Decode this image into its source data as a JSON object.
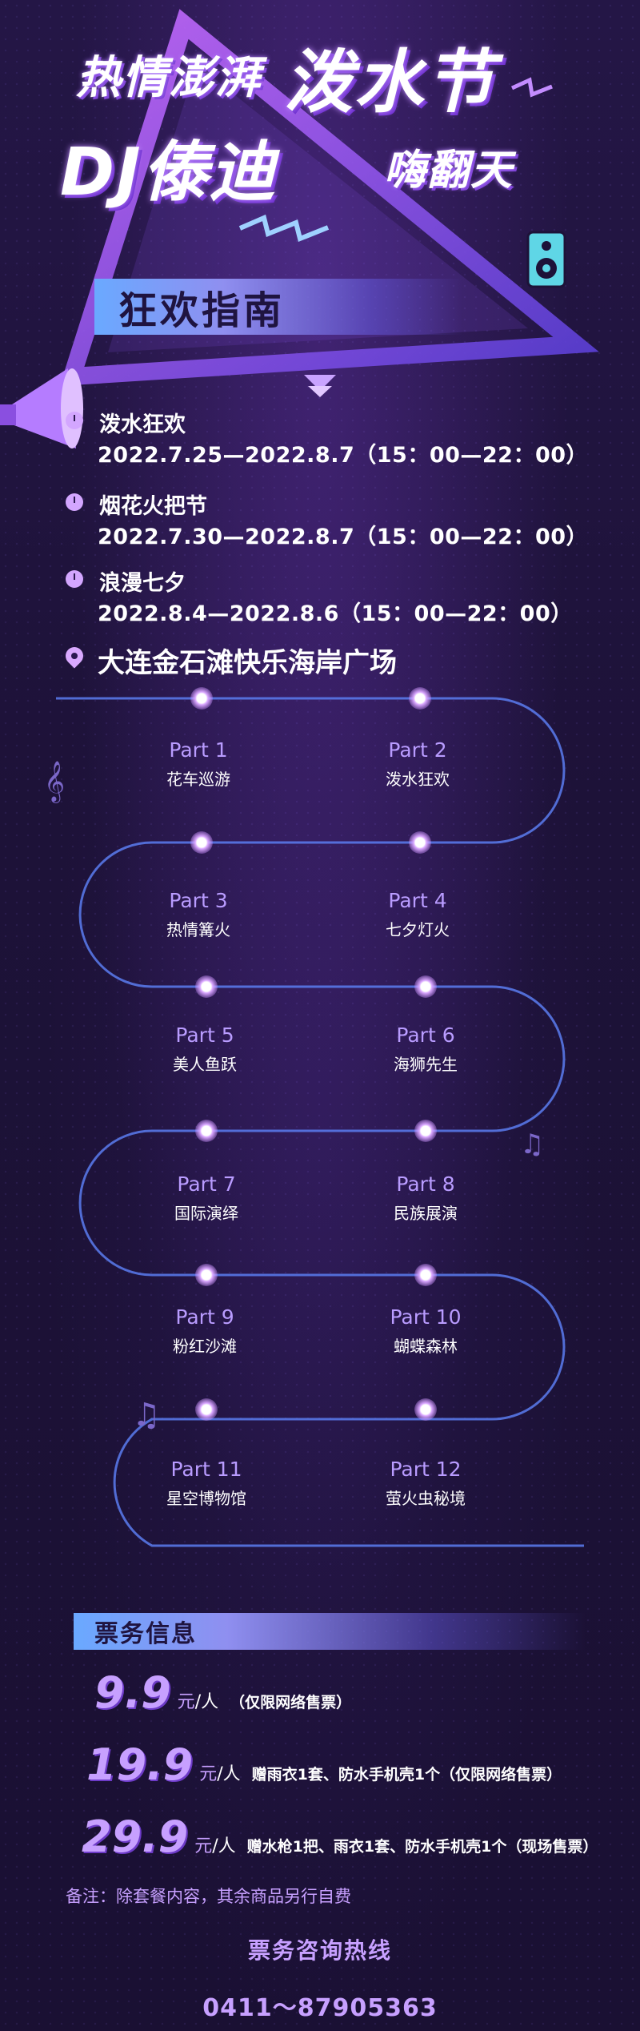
{
  "header": {
    "line1": "热情澎湃",
    "festival": "泼水节",
    "dj": "DJ傣迪",
    "party": "嗨翻天"
  },
  "guide": {
    "title": "狂欢指南"
  },
  "events": [
    {
      "name": "泼水狂欢",
      "date": "2022.7.25—2022.8.7（15：00—22：00）"
    },
    {
      "name": "烟花火把节",
      "date": "2022.7.30—2022.8.7（15：00—22：00）"
    },
    {
      "name": "浪漫七夕",
      "date": "2022.8.4—2022.8.6（15：00—22：00）"
    }
  ],
  "location": "大连金石滩快乐海岸广场",
  "parts": [
    {
      "num": "Part 1",
      "label": "花车巡游"
    },
    {
      "num": "Part 2",
      "label": "泼水狂欢"
    },
    {
      "num": "Part 3",
      "label": "热情篝火"
    },
    {
      "num": "Part 4",
      "label": "七夕灯火"
    },
    {
      "num": "Part 5",
      "label": "美人鱼跃"
    },
    {
      "num": "Part 6",
      "label": "海狮先生"
    },
    {
      "num": "Part 7",
      "label": "国际演绎"
    },
    {
      "num": "Part  8",
      "label": "民族展演"
    },
    {
      "num": "Part 9",
      "label": "粉红沙滩"
    },
    {
      "num": "Part 10",
      "label": "蝴蝶森林"
    },
    {
      "num": "Part 11",
      "label": "星空博物馆"
    },
    {
      "num": "Part 12",
      "label": "萤火虫秘境"
    }
  ],
  "tickets": {
    "title": "票务信息",
    "unit_prefix": "元",
    "unit_suffix": "/人",
    "options": [
      {
        "price": "9.9",
        "note": "（仅限网络售票）"
      },
      {
        "price": "19.9",
        "note": "赠雨衣1套、防水手机壳1个（仅限网络售票）"
      },
      {
        "price": "29.9",
        "note": "赠水枪1把、雨衣1套、防水手机壳1个（现场售票）"
      }
    ],
    "remark": "备注：除套餐内容，其余商品另行自费"
  },
  "contact": {
    "title": "票务咨询热线",
    "phone": "0411～87905363"
  },
  "colors": {
    "background": "#1c1236",
    "accent_purple": "#c7a0ff",
    "banner_blue": "#6aa9ff",
    "timeline_line": "#5b7df0"
  },
  "icons": [
    "clock-icon",
    "location-pin-icon",
    "speaker-icon",
    "megaphone-icon",
    "music-note-icon",
    "chevron-down-icon",
    "zigzag-icon"
  ]
}
